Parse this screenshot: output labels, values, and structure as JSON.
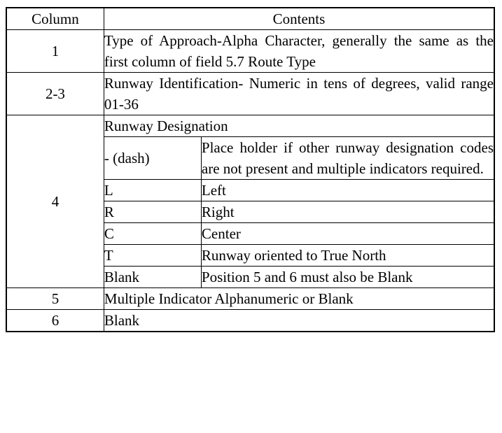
{
  "table": {
    "headers": {
      "column": "Column",
      "contents": "Contents"
    },
    "rows": [
      {
        "column": "1",
        "contents": "Type of Approach-Alpha Character, generally the same as the first column of field 5.7 Route Type"
      },
      {
        "column": "2-3",
        "contents": "Runway Identification- Numeric in tens of degrees, valid range 01-36"
      },
      {
        "column": "4",
        "contents": "Runway Designation",
        "subrows": [
          {
            "code": "- (dash)",
            "description": "Place holder if other runway designation codes are not present and multiple indicators required."
          },
          {
            "code": "L",
            "description": "Left"
          },
          {
            "code": "R",
            "description": "Right"
          },
          {
            "code": "C",
            "description": "Center"
          },
          {
            "code": "T",
            "description": "Runway oriented to True North"
          },
          {
            "code": "Blank",
            "description": "Position 5 and 6 must also be Blank"
          }
        ]
      },
      {
        "column": "5",
        "contents": "Multiple Indicator Alphanumeric or Blank"
      },
      {
        "column": "6",
        "contents": "Blank"
      }
    ]
  }
}
